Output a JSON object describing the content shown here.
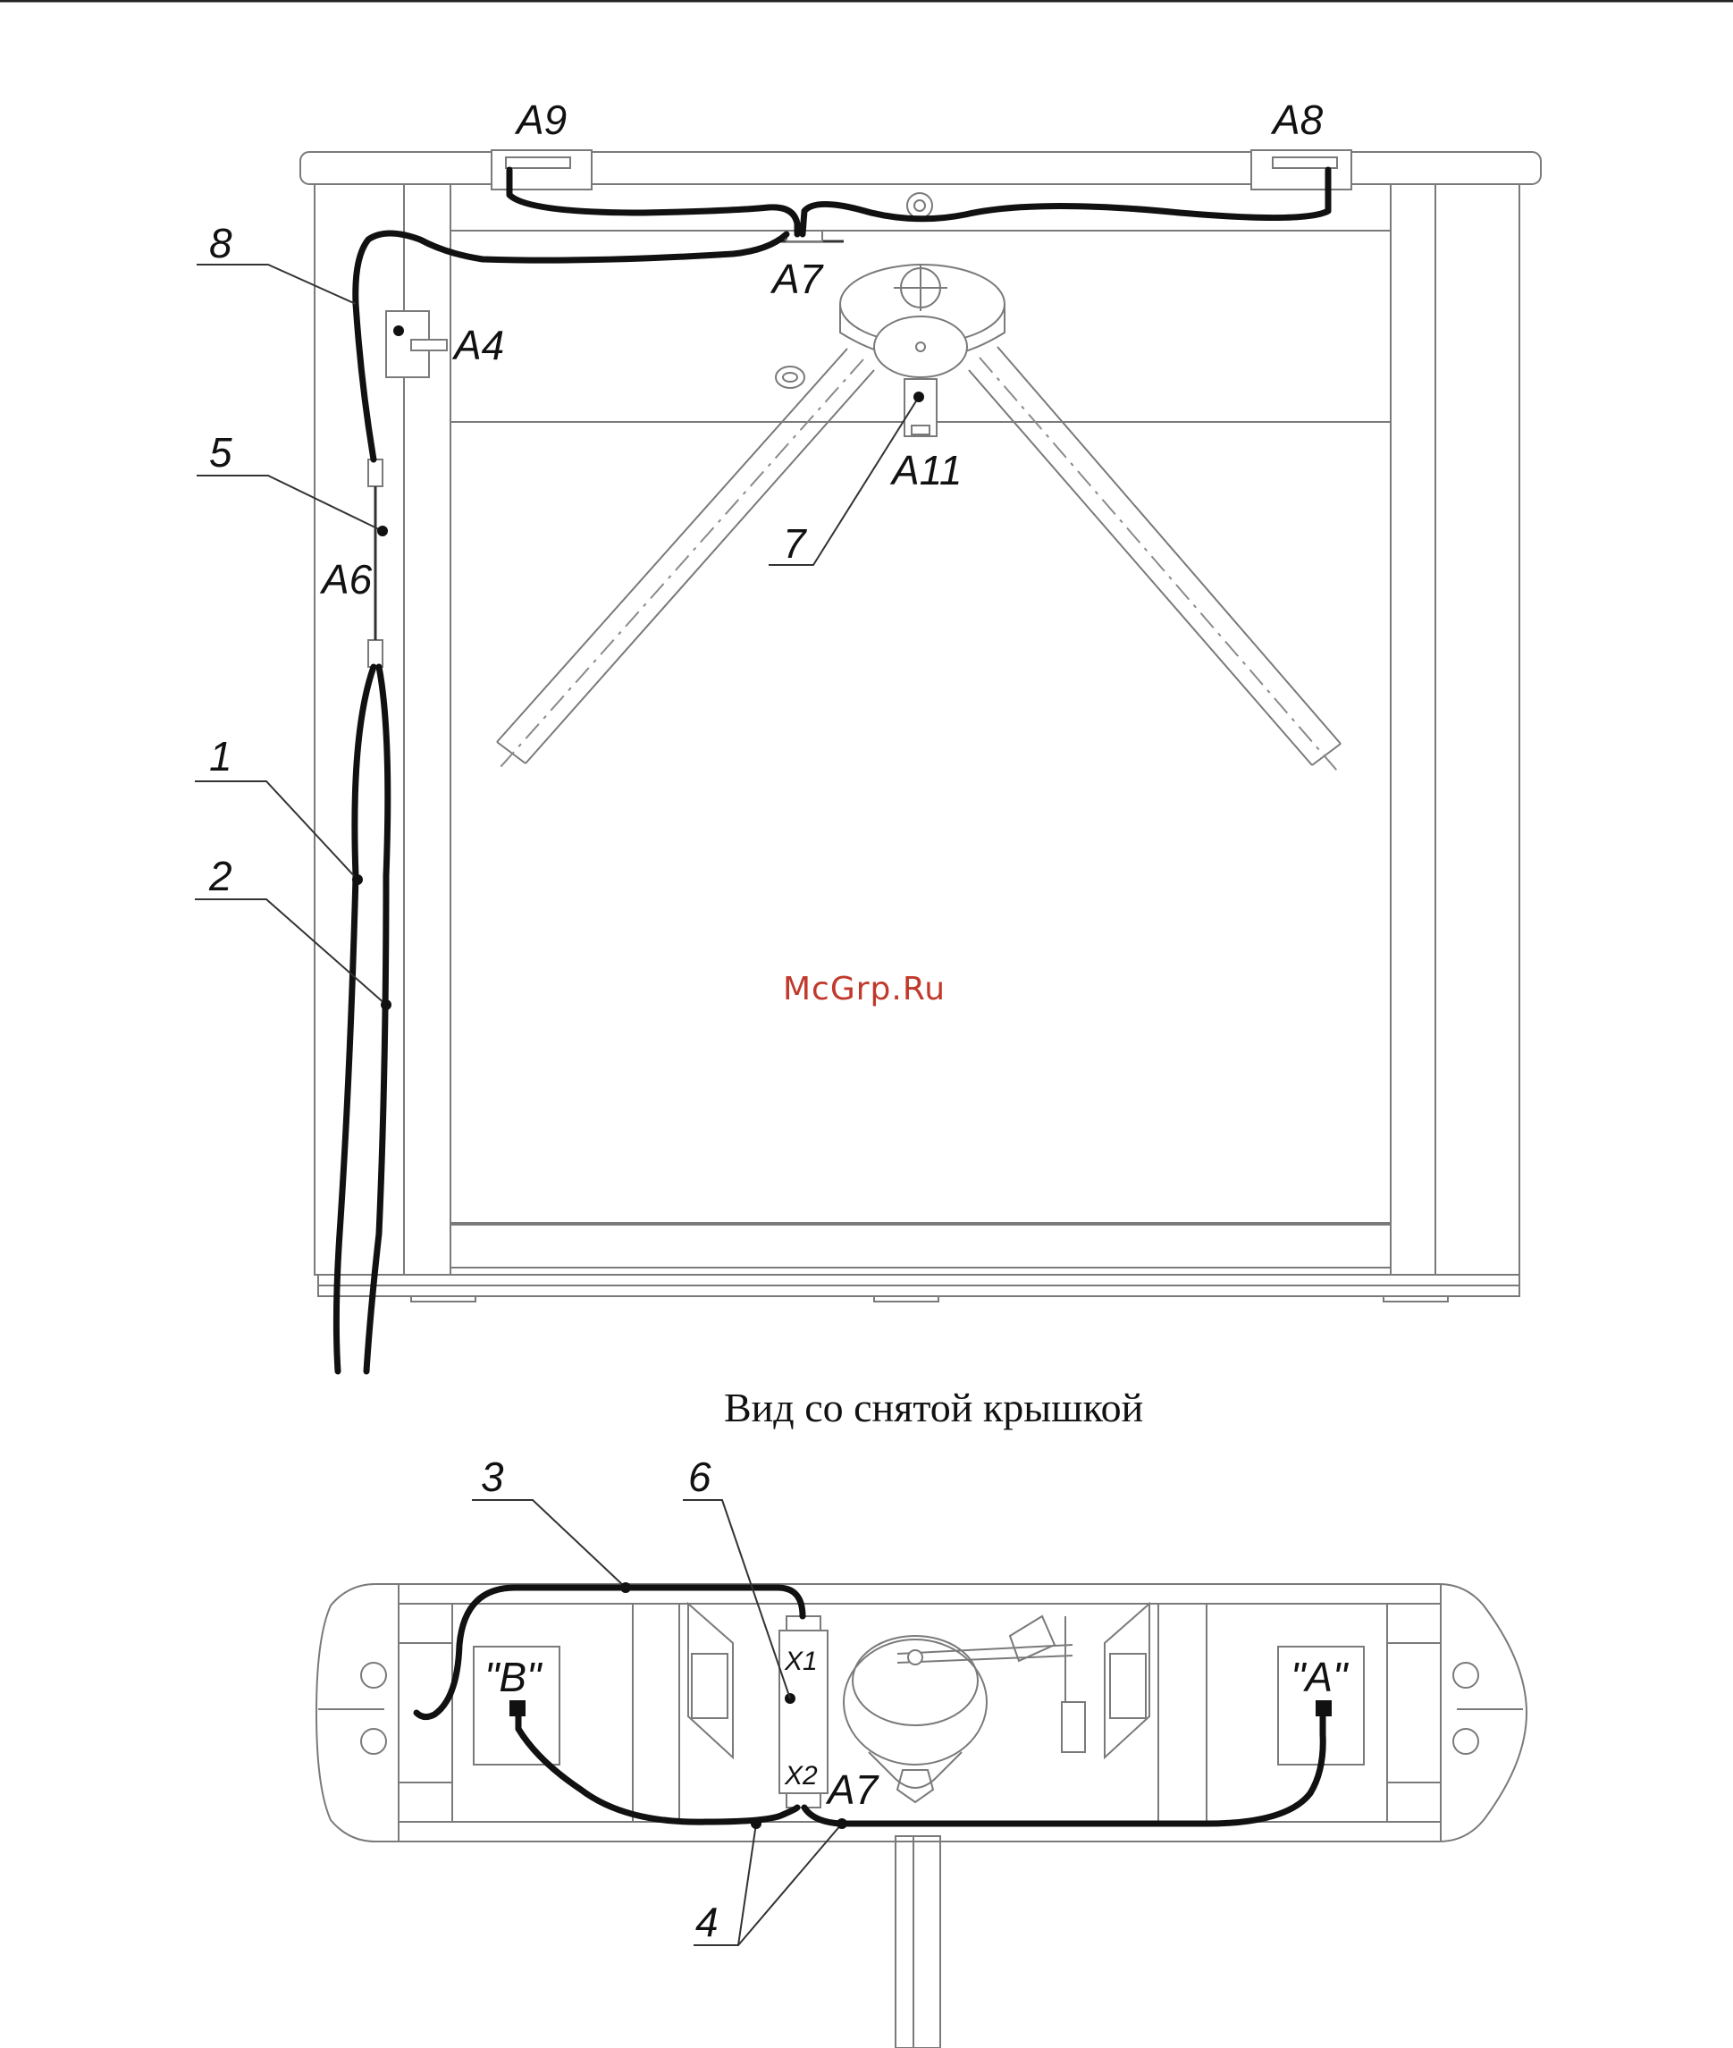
{
  "diagram": {
    "top_view": {
      "labels": {
        "a9": "A9",
        "a8": "A8",
        "a7": "A7",
        "a4": "A4",
        "a11": "A11",
        "a6": "A6",
        "n8": "8",
        "n5": "5",
        "n7": "7",
        "n1": "1",
        "n2": "2"
      }
    },
    "watermark": "McGrp.Ru",
    "caption": "Вид со снятой крышкой",
    "bottom_view": {
      "labels": {
        "n3": "3",
        "n6": "6",
        "n4": "4",
        "x1": "X1",
        "x2": "X2",
        "a7": "A7",
        "b": "\"B\"",
        "a": "\"A\""
      }
    }
  },
  "colors": {
    "line": "#7a7a7a",
    "cable": "#111111",
    "watermark": "#c0392b"
  }
}
